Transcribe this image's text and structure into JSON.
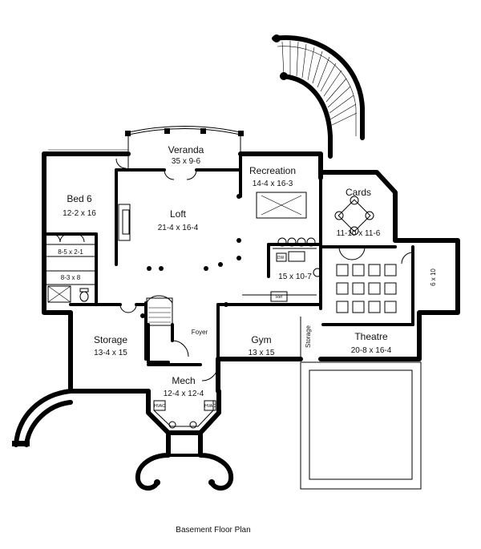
{
  "plan": {
    "caption": "Basement Floor Plan",
    "rooms": {
      "veranda": {
        "name": "Veranda",
        "dims": "35 x 9-6"
      },
      "recreation": {
        "name": "Recreation",
        "dims": "14-4 x 16-3"
      },
      "bed6": {
        "name": "Bed 6",
        "dims": "12-2 x 16"
      },
      "loft": {
        "name": "Loft",
        "dims": "21-4 x 16-4"
      },
      "cards": {
        "name": "Cards",
        "dims": "11-10 x 11-6"
      },
      "kitchen": {
        "dims": "15 x 10-7"
      },
      "closet_a": {
        "dims": "8-5 x 2-1"
      },
      "closet_b": {
        "dims": "8-3 x 8"
      },
      "alcove": {
        "dims": "6 x 10"
      },
      "storage": {
        "name": "Storage",
        "dims": "13-4 x 15"
      },
      "foyer": {
        "name": "Foyer"
      },
      "gym": {
        "name": "Gym",
        "dims": "13 x 15"
      },
      "storage2": {
        "name": "Storage"
      },
      "theatre": {
        "name": "Theatre",
        "dims": "20-8 x 16-4"
      },
      "mech": {
        "name": "Mech",
        "dims": "12-4 x 12-4"
      }
    },
    "fixtures": {
      "dw": "DW",
      "ref": "Ref",
      "hvac": "HVAC"
    }
  }
}
